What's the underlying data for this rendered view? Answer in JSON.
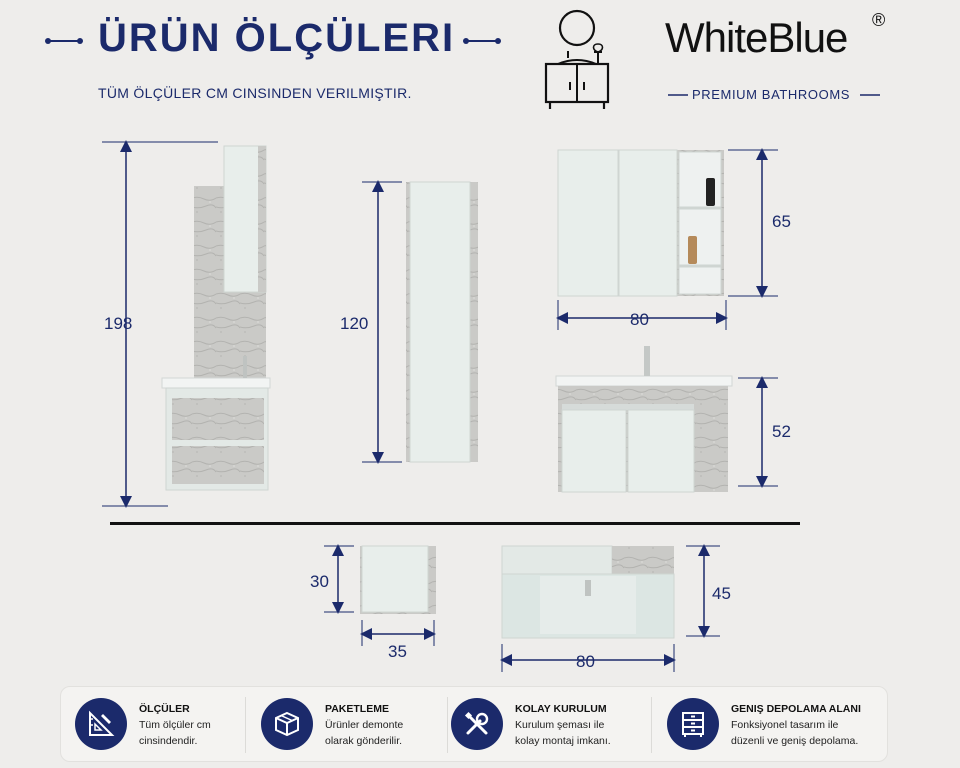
{
  "header": {
    "title": "ÜRÜN ÖLÇÜLERI",
    "subtitle": "TÜM ÖLÇÜLER CM CINSINDEN VERILMIŞTIR.",
    "brand": "WhiteBlue",
    "brand_mark": "®",
    "tagline": "PREMIUM BATHROOMS"
  },
  "dimensions": {
    "total_height": "198",
    "tall_cabinet_height": "120",
    "mirror_cabinet_height": "65",
    "mirror_cabinet_width": "80",
    "base_cabinet_height": "52",
    "small_cabinet_height": "30",
    "small_cabinet_width": "35",
    "sink_top_height": "45",
    "sink_top_width": "80"
  },
  "features": [
    {
      "title": "ÖLÇÜLER",
      "line1": "Tüm ölçüler cm",
      "line2": "cinsindendir.",
      "icon": "ruler-icon"
    },
    {
      "title": "PAKETLEME",
      "line1": "Ürünler demonte",
      "line2": "olarak gönderilir.",
      "icon": "box-icon"
    },
    {
      "title": "KOLAY KURULUM",
      "line1": "Kurulum şeması ile",
      "line2": "kolay montaj imkanı.",
      "icon": "tools-icon"
    },
    {
      "title": "GENIŞ DEPOLAMA ALANI",
      "line1": "Fonksiyonel tasarım ile",
      "line2": "düzenli ve geniş depolama.",
      "icon": "drawer-icon"
    }
  ],
  "colors": {
    "navy": "#1b2a6b",
    "background": "#eeedeb",
    "cabinet_white": "#e8eeeb",
    "stone_grey": "#c9c9c6"
  }
}
